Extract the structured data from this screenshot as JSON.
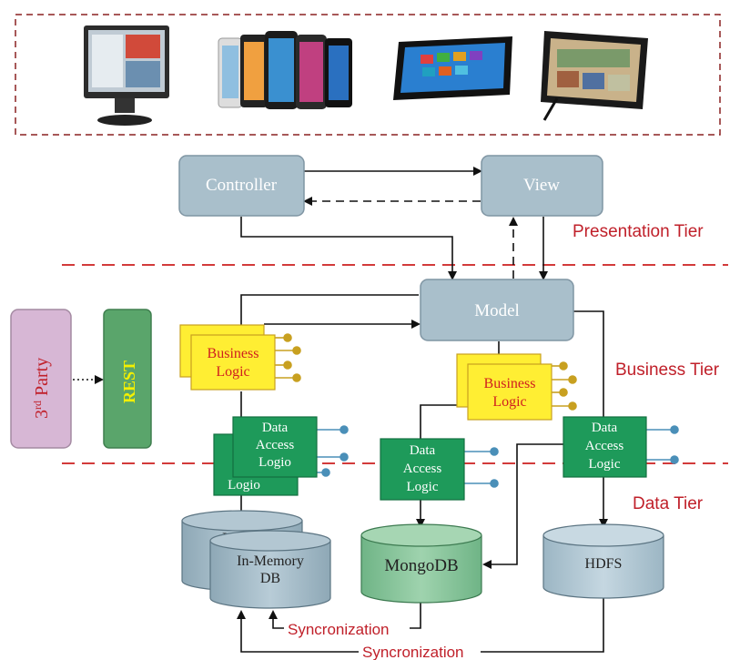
{
  "tiers": {
    "presentation": "Presentation Tier",
    "business": "Business Tier",
    "data": "Data Tier"
  },
  "nodes": {
    "controller": "Controller",
    "view": "View",
    "model": "Model",
    "third_party_main": "3",
    "third_party_sup": "rd",
    "third_party_rest": " Party",
    "rest": "REST",
    "business_logic_line1": "Business",
    "business_logic_line2": "Logic",
    "dal_line1": "Data",
    "dal_line2": "Access",
    "dal_line3": "Logic",
    "dal_line3_back": "Logio",
    "dal_back_partial": "Logio",
    "inmem_back_partial": "In-M",
    "inmem_line1": "In-Memory",
    "inmem_line2": "DB",
    "mongodb": "MongoDB",
    "hdfs": "HDFS"
  },
  "sync": {
    "inner": "Syncronization",
    "outer": "Syncronization"
  },
  "devices": [
    "desktop-monitor-icon",
    "smartphones-icon",
    "windows-tablet-icon",
    "stylus-tablet-icon"
  ],
  "colors": {
    "tier_label": "#c0202a",
    "divider": "#d23a3a",
    "box_blue": "#a9bfcb",
    "box_blue_stroke": "#7f95a3",
    "business_yellow": "#ffee33",
    "business_text": "#d01f1f",
    "dal_green": "#1e9a5a",
    "db_blue": "#a8bfcc",
    "db_green": "#8dc7a0",
    "third_party_bg": "#d7b7d5",
    "rest_bg": "#5aa56b",
    "rest_text": "#f3f000",
    "connector_gold": "#c8a020",
    "connector_blue": "#4a8fb8"
  }
}
